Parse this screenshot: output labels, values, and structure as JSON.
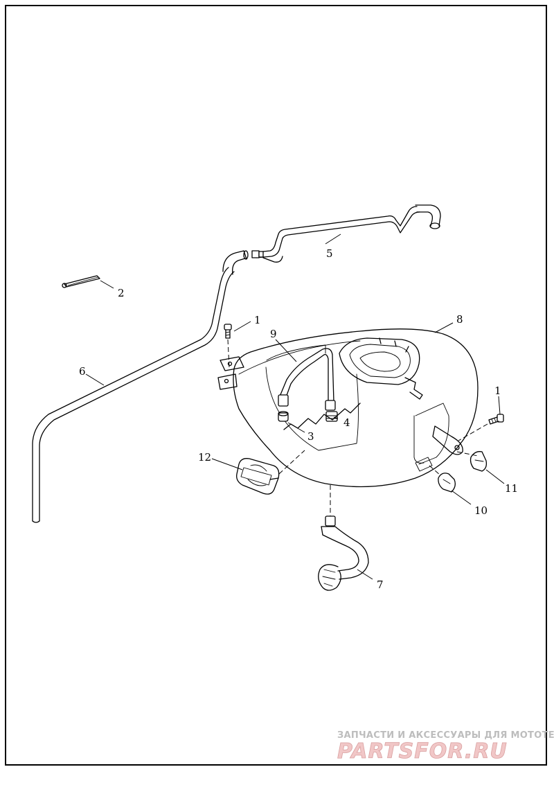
{
  "callouts": {
    "c1a": "1",
    "c1b": "1",
    "c2": "2",
    "c3": "3",
    "c4": "4",
    "c5": "5",
    "c6": "6",
    "c7": "7",
    "c8": "8",
    "c9": "9",
    "c10": "10",
    "c11": "11",
    "c12": "12"
  },
  "watermark": {
    "tagline": "ЗАПЧАСТИ И АКСЕССУАРЫ ДЛЯ МОТОТЕХНИКИ",
    "logo": "PARTSFOR.RU",
    "colors": {
      "logo_fill": "#f1c7c7",
      "tagline": "#bdbdbd"
    }
  }
}
